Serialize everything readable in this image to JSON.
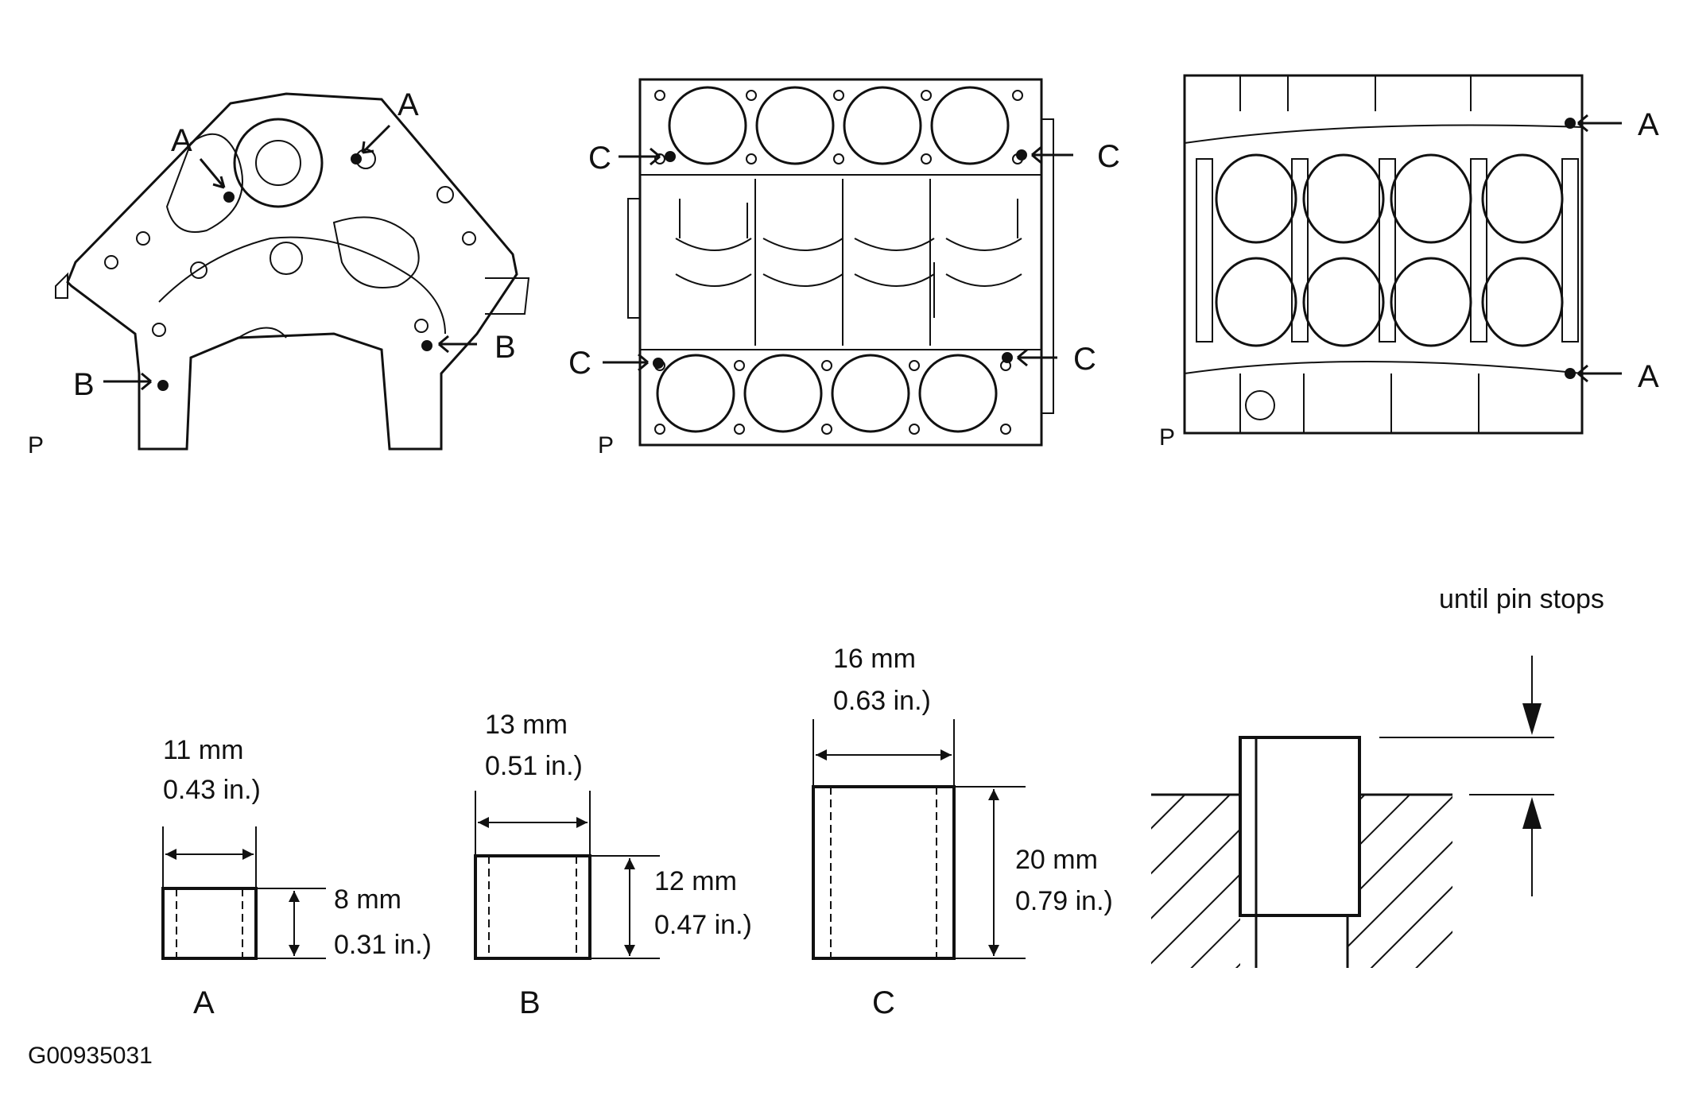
{
  "views": [
    {
      "id": "front",
      "corner_label": "P",
      "callouts": [
        "A",
        "A",
        "B",
        "B"
      ]
    },
    {
      "id": "top",
      "corner_label": "P",
      "callouts": [
        "C",
        "C",
        "C",
        "C"
      ]
    },
    {
      "id": "bottom",
      "corner_label": "P",
      "callouts": [
        "A",
        "A"
      ]
    }
  ],
  "pins": [
    {
      "id": "A",
      "label": "A",
      "width_mm": "11 mm",
      "width_in": "0.43 in.)",
      "height_mm": "8 mm",
      "height_in": "0.31 in.)"
    },
    {
      "id": "B",
      "label": "B",
      "width_mm": "13 mm",
      "width_in": "0.51 in.)",
      "height_mm": "12 mm",
      "height_in": "0.47 in.)"
    },
    {
      "id": "C",
      "label": "C",
      "width_mm": "16 mm",
      "width_in": "0.63 in.)",
      "height_mm": "20 mm",
      "height_in": "0.79 in.)"
    }
  ],
  "install_detail": {
    "note": "until pin stops"
  },
  "figure_id": "G00935031"
}
